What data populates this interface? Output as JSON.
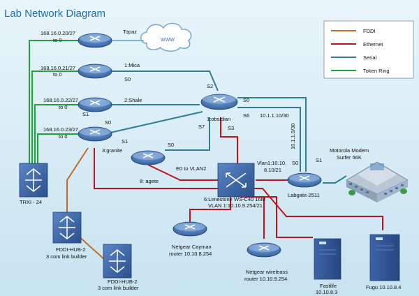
{
  "title": "Lab Network Diagram",
  "colors": {
    "fddi": "#c06a2b",
    "ethernet": "#c0141c",
    "serial": "#2d7f94",
    "token_ring": "#1fa53a",
    "device": "#2f5d9c"
  },
  "legend": [
    {
      "label": "FDDI",
      "color_key": "fddi"
    },
    {
      "label": "Ethernet",
      "color_key": "ethernet"
    },
    {
      "label": "Serial",
      "color_key": "serial"
    },
    {
      "label": "Token Ring",
      "color_key": "token_ring"
    }
  ],
  "cloud_label": "WWW",
  "labels": {
    "topaz": "Topaz",
    "mica": "1:Mica",
    "s0_mica": "S0",
    "shale": "2:Shale",
    "s1_shale": "S1",
    "s0_granite": "S0",
    "s1_granite": "S1",
    "granite": "3:granite",
    "ip_020_a": "168.16.0.20/27",
    "ip_020_b": "to 0",
    "ip_021_a": "168.16.0.21/27",
    "ip_021_b": "to 0",
    "ip_022_a": "168.16.0.22/27",
    "ip_022_b": "to 0",
    "ip_023_a": "168.16.0.23/27",
    "ip_023_b": "to 0",
    "s2_obsidian": "S2",
    "obsidian": "1:obsidian",
    "s0_obsidian": "S0",
    "s6_obsidian": "S6",
    "s7_obsidian": "S7",
    "s3_obsidian": "S3",
    "serial_ip": "10.1.1.10/30",
    "serial_ip_vert": "10.1.1.9/30",
    "s0_agete": "S0",
    "agete": "8: agete",
    "e0_vlan": "E0 to VLAN2",
    "vlan1_a": "Vlan1:10.10.",
    "vlan1_b": "8.10/21",
    "s0_labgate": "S0",
    "s1_labgate": "S1",
    "modem_a": "Motorola Modem",
    "modem_b": "Surfer 56K",
    "labgate": "Labgate-2511",
    "limestone_a": "6:Limestone WS-C40 16M",
    "limestone_b": "VLAN 1:10.10.9.254/21",
    "trxi": "TRXI - 24",
    "fddi_hub1_a": "FDDI-HUB-2",
    "fddi_hub1_b": "3 com link builder",
    "fddi_hub2_a": "FDDI-HUB-2",
    "fddi_hub2_b": "3 com link builder",
    "cayman_a": "Netgear Cayman",
    "cayman_b": "router 10.10.8.254",
    "wireless_a": "Netgear wireleass",
    "wireless_b": "router 10.10.9.254",
    "fastlife_a": "Fastlife",
    "fastlife_b": "10.10.8.3",
    "fugu": "Fugu 10.10.8.4"
  }
}
